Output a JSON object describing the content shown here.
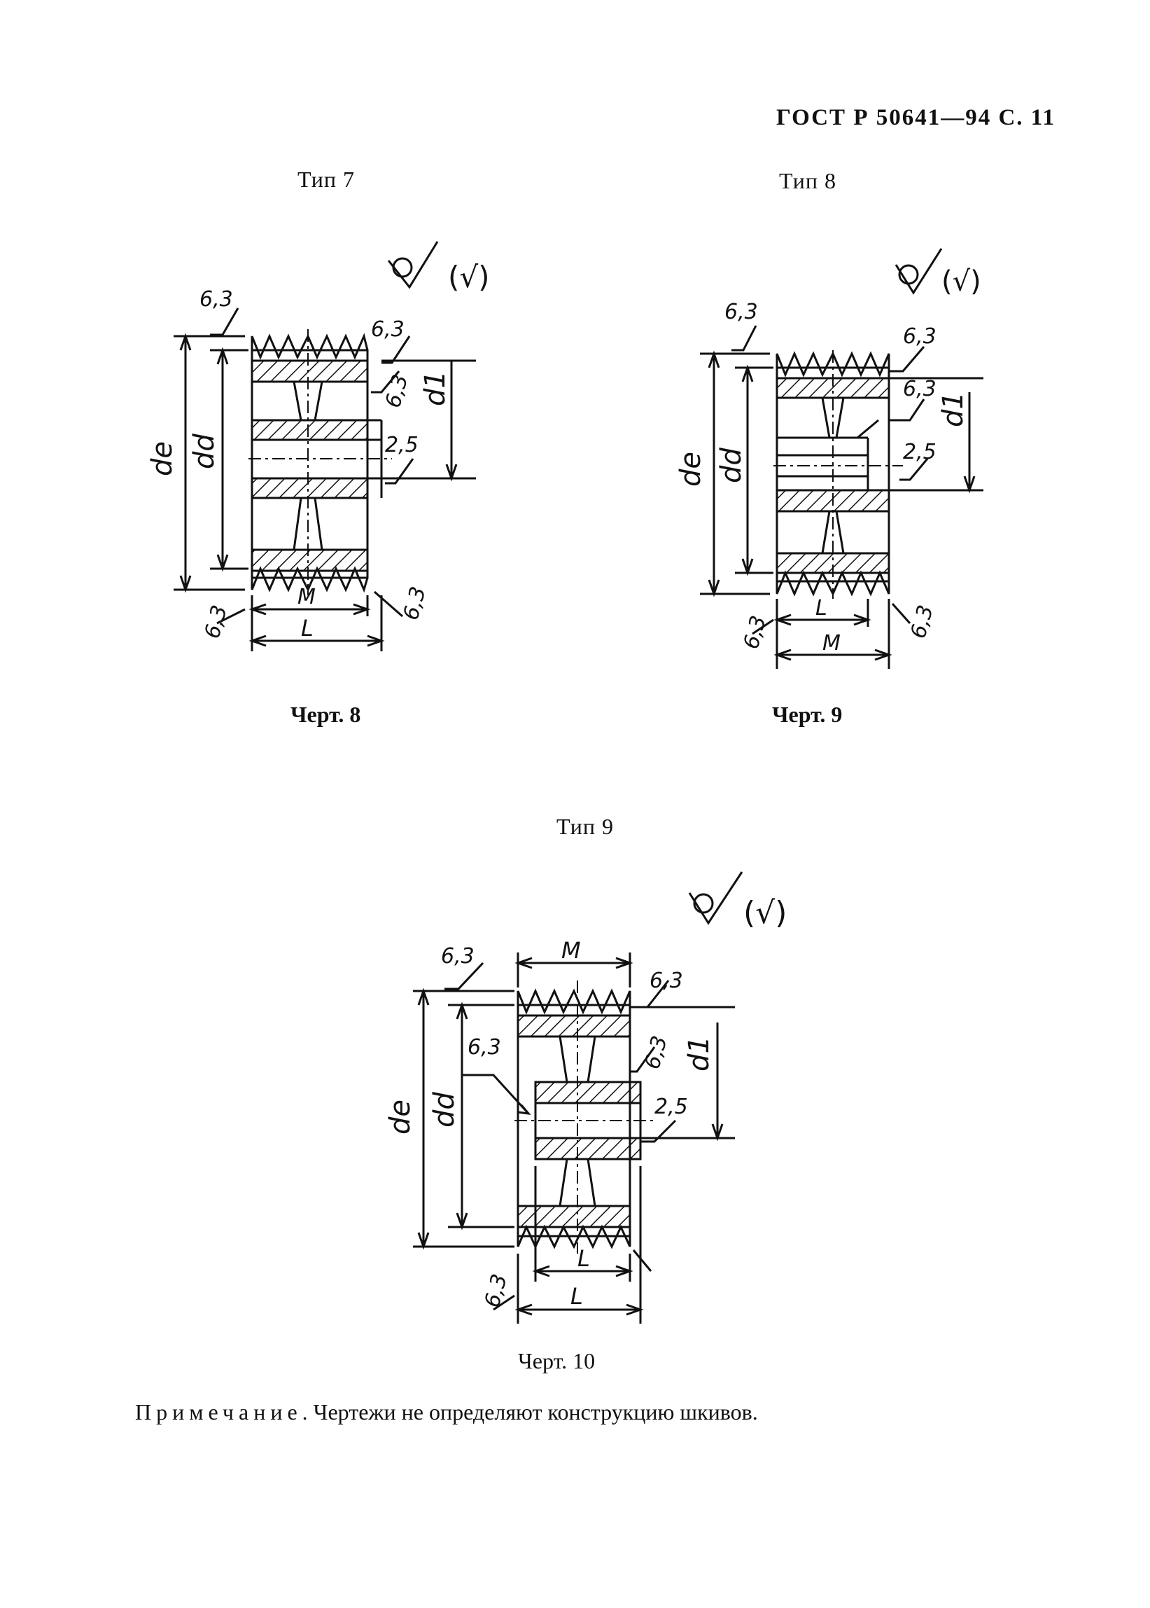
{
  "header": {
    "text": "ГОСТ Р 50641—94 С. 11"
  },
  "figures": [
    {
      "type_label": "Тип 7",
      "caption": "Черт. 8",
      "roughness_symbol": "(√)",
      "labels": {
        "de": "de",
        "dd": "dd",
        "d1": "d1",
        "M": "M",
        "L": "L",
        "rough_outer": "6,3",
        "rough_bore": "2,5"
      }
    },
    {
      "type_label": "Тип 8",
      "caption": "Черт. 9",
      "roughness_symbol": "(√)",
      "labels": {
        "de": "de",
        "dd": "dd",
        "d1": "d1",
        "M": "M",
        "L": "L",
        "rough_outer": "6,3",
        "rough_bore": "2,5"
      }
    },
    {
      "type_label": "Тип 9",
      "caption": "Черт. 10",
      "roughness_symbol": "(√)",
      "labels": {
        "de": "de",
        "dd": "dd",
        "d1": "d1",
        "M": "M",
        "L": "L",
        "rough_outer": "6,3",
        "rough_bore": "2,5"
      }
    }
  ],
  "note": {
    "prefix": "Примечание",
    "text": ". Чертежи не определяют конструкцию шкивов."
  }
}
